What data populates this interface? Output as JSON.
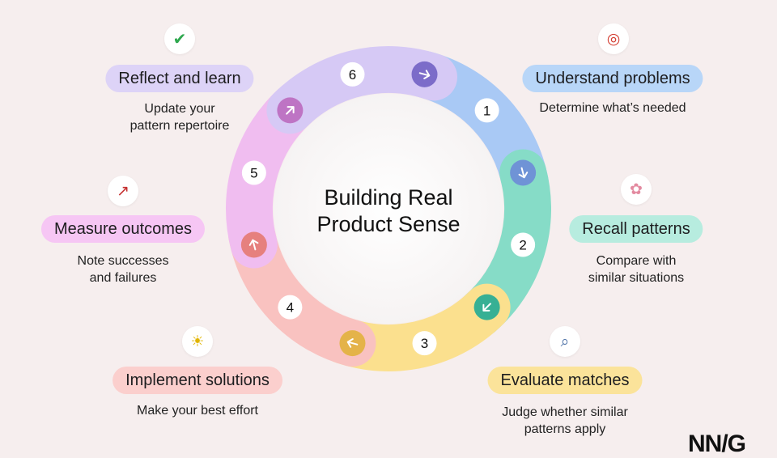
{
  "title_lines": [
    "Building Real",
    "Product Sense"
  ],
  "steps": [
    {
      "number": "1",
      "label": "Understand problems",
      "desc": [
        "Determine what’s needed"
      ],
      "icon": "target-icon",
      "glyph": "◎",
      "color": "#a9c9f5",
      "dark": "#6f93d6"
    },
    {
      "number": "2",
      "label": "Recall patterns",
      "desc": [
        "Compare with",
        "similar situations"
      ],
      "icon": "brain-icon",
      "glyph": "✿",
      "color": "#86dcc7",
      "dark": "#37b094"
    },
    {
      "number": "3",
      "label": "Evaluate matches",
      "desc": [
        "Judge whether similar",
        "patterns apply"
      ],
      "icon": "magnifying-glass-icon",
      "glyph": "⌕",
      "color": "#fbe08e",
      "dark": "#e4b349"
    },
    {
      "number": "4",
      "label": "Implement solutions",
      "desc": [
        "Make your best effort"
      ],
      "icon": "light-bulb-icon",
      "glyph": "☀",
      "color": "#f9c2c0",
      "dark": "#e6807e"
    },
    {
      "number": "5",
      "label": "Measure outcomes",
      "desc": [
        "Note successes",
        "and failures"
      ],
      "icon": "chart-increasing-icon",
      "glyph": "↗",
      "color": "#f0bdf0",
      "dark": "#be74c4"
    },
    {
      "number": "6",
      "label": "Reflect and learn",
      "desc": [
        "Update your",
        "pattern repertoire"
      ],
      "icon": "check-mark-icon",
      "glyph": "✔",
      "color": "#d6c9f5",
      "dark": "#7c6cc9"
    }
  ],
  "logo": "NN/G"
}
